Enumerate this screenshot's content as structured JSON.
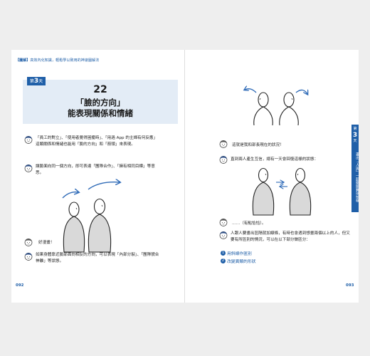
{
  "left_page": {
    "running_head_tag": "【圖解】",
    "running_head_text": "高效內化知識，輕鬆學以致用的神速圖解法",
    "chapter_badge": {
      "prefix": "第",
      "number": "3",
      "suffix": "天"
    },
    "section_number": "22",
    "title_line1": "「臉的方向」",
    "title_line2": "能表現關係和情緒",
    "para1": "「員工的對立」、「使用者覺得困擾時」、「用過 App 的主婦有何反應」這類關係和情緒也能用「臉的方向」和「箭頭」來表現。",
    "para2": "讓臉面向同一個方向，即可表達「團隊合作」、「擁有相同目標」等意思。",
    "speech1": "好漫畫！",
    "para3": "如果身體靠近臉部面向相反的方向，可以表現「內部分裂」、「團隊貌合神離」等狀態。",
    "folio": "092"
  },
  "right_page": {
    "speech1": "這就是我和部長現在的狀況！",
    "para1": "直到兩人產生互信，總有一天會回復這樣的狀態：",
    "speech2": "……（有點恰恰）。",
    "para2": "人跟人要畫出區隔就加線條，有時也會遇到想畫兩個以上的人，但又要有所區別的情況，可以在以下部分做區分：",
    "list": [
      {
        "num": "1",
        "text": "用斜線作區別"
      },
      {
        "num": "2",
        "text": "改變異類的形狀"
      }
    ],
    "side_tab": {
      "prefix": "第",
      "number": "3",
      "suffix": "天",
      "label": "畫出「人與」一起擺擺賽球技樣"
    },
    "folio": "093"
  },
  "colors": {
    "accent": "#1f5fa8",
    "title_box": "#e3ecf6",
    "figure_fill": "#d9d9d9",
    "arrow": "#2e6ab7"
  },
  "icons": {
    "person_face": "smiling-person-face-icon",
    "worried_face": "worried-person-face-icon"
  }
}
